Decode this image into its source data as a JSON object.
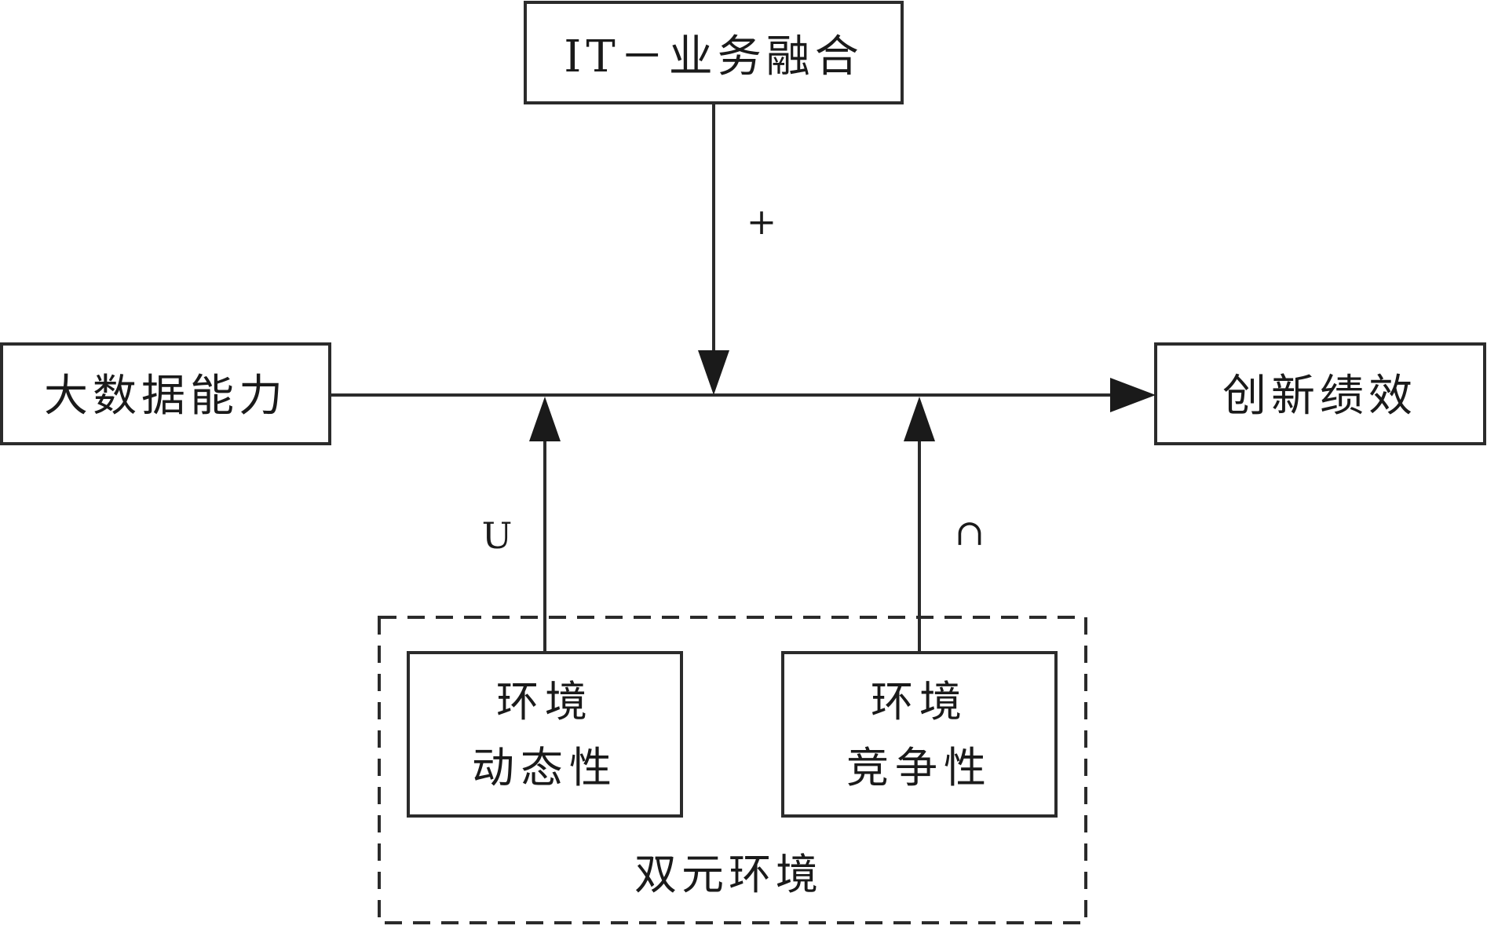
{
  "nodes": {
    "moderator_top": {
      "label": "IT－业务融合"
    },
    "independent": {
      "label": "大数据能力"
    },
    "dependent": {
      "label": "创新绩效"
    },
    "env_dynamism": {
      "line1": "环境",
      "line2": "动态性"
    },
    "env_competition": {
      "line1": "环境",
      "line2": "竞争性"
    }
  },
  "group": {
    "label": "双元环境"
  },
  "effects": {
    "it_business": "+",
    "env_dynamism": "U",
    "env_competition": "∩"
  },
  "colors": {
    "stroke": "#2b2b2b",
    "text": "#1a1a1a",
    "background": "#ffffff"
  }
}
